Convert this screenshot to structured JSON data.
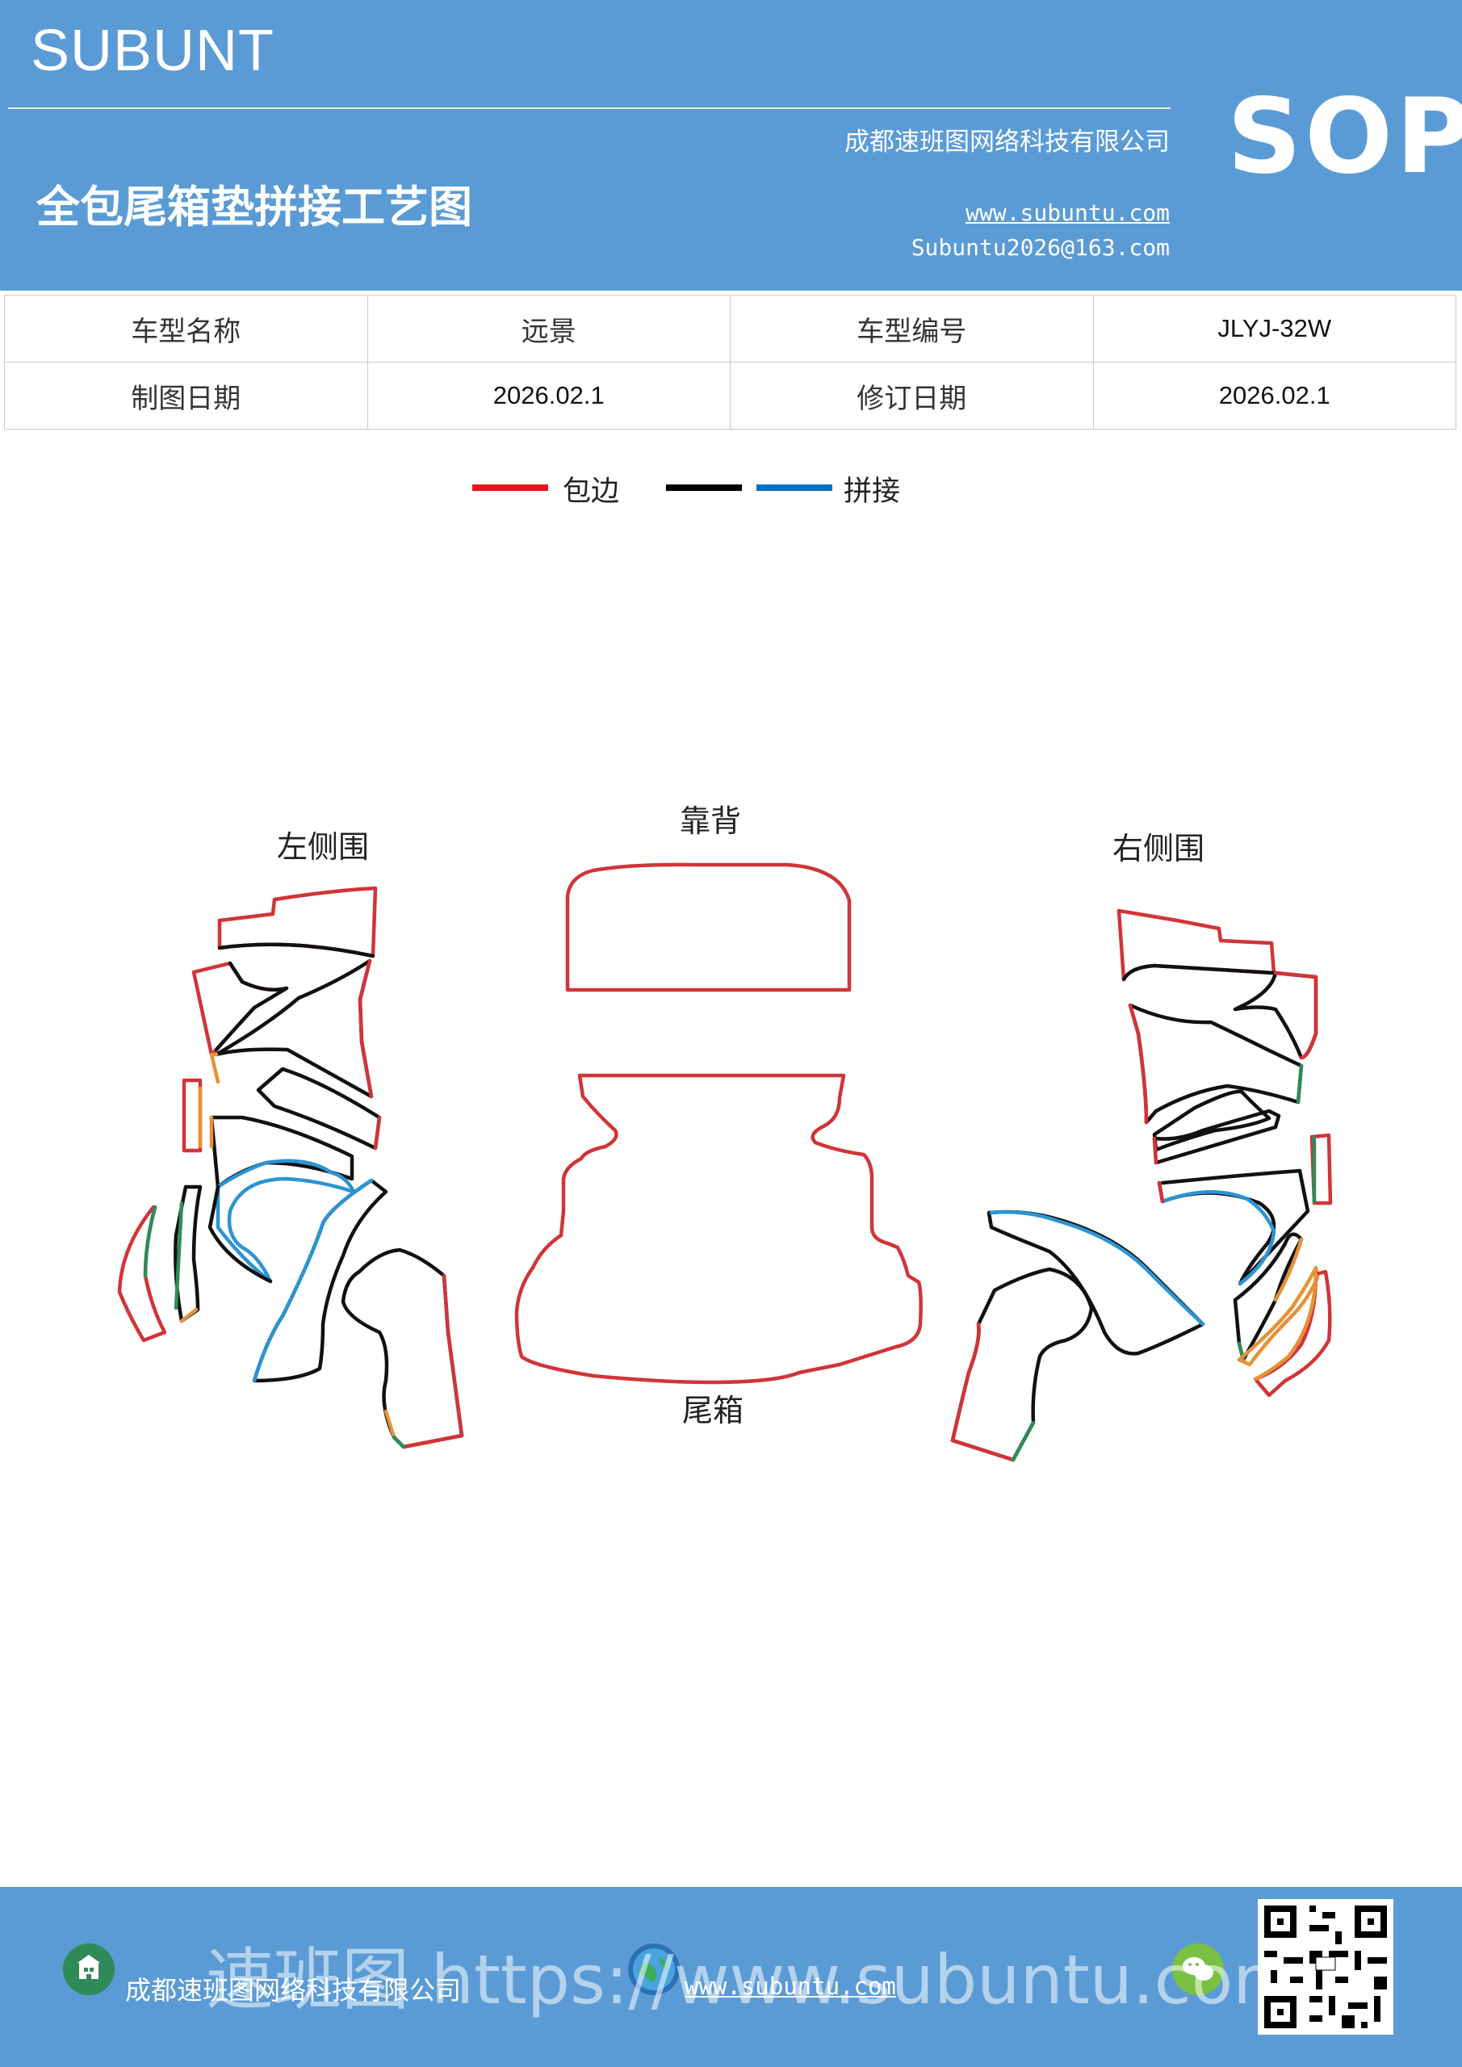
{
  "header": {
    "brand": "SUBUNT",
    "sop": "SOP",
    "company": "成都速班图网络科技有限公司",
    "title": "全包尾箱垫拼接工艺图",
    "website": "www.subuntu.com",
    "email": "Subuntu2026@163.com"
  },
  "info_table": {
    "rows": [
      [
        "车型名称",
        "远景",
        "车型编号",
        "JLYJ-32W"
      ],
      [
        "制图日期",
        "2026.02.1",
        "修订日期",
        "2026.02.1"
      ]
    ]
  },
  "legend": {
    "items": [
      {
        "label": "包边",
        "colors": [
          "#e8141c"
        ]
      },
      {
        "label": "拼接",
        "colors": [
          "#000000",
          "#0070c0"
        ]
      }
    ]
  },
  "diagram": {
    "labels": {
      "left": "左侧围",
      "backrest": "靠背",
      "right": "右侧围",
      "trunk": "尾箱"
    },
    "colors": {
      "edge": "#d13438",
      "black": "#111111",
      "blue": "#2b94d2",
      "orange": "#e69138",
      "green": "#2e8b57"
    }
  },
  "footer": {
    "company": "成都速班图网络科技有限公司",
    "website": "www.subuntu.com",
    "watermark": "速班图 https://www.subuntu.com"
  }
}
